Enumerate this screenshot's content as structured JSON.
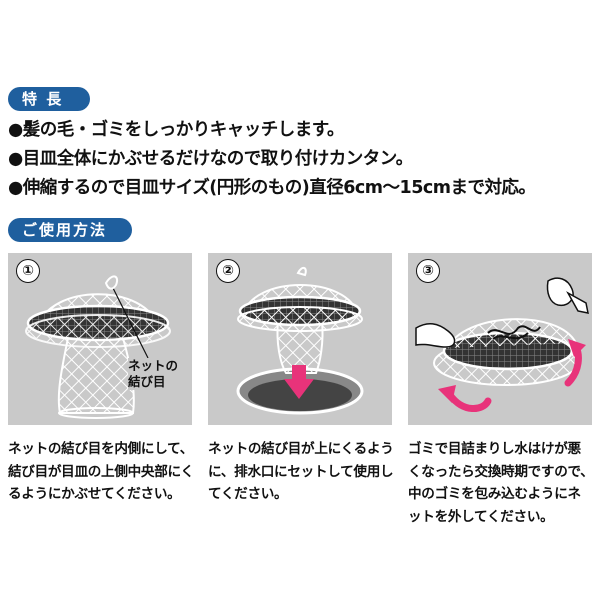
{
  "sections": {
    "features_title": "特 長",
    "usage_title": "ご使用方法"
  },
  "features": [
    "●髪の毛・ゴミをしっかりキャッチします。",
    "●目皿全体にかぶせるだけなので取り付けカンタン。",
    "●伸縮するので目皿サイズ(円形のもの)直径6cm〜15cmまで対応。"
  ],
  "steps": [
    {
      "number": "①",
      "label": "ネットの\n結び目",
      "description": "ネットの結び目を内側にして、結び目が目皿の上側中央部にくるようにかぶせてください。"
    },
    {
      "number": "②",
      "description": "ネットの結び目が上にくるように、排水口にセットして使用してください。"
    },
    {
      "number": "③",
      "description": "ゴミで目詰まりし水はけが悪くなったら交換時期ですので、中のゴミを包み込むようにネットを外してください。"
    }
  ],
  "colors": {
    "section_pill": "#1f5f9e",
    "panel_bg": "#c9c9c9",
    "arrow": "#e8337a"
  }
}
